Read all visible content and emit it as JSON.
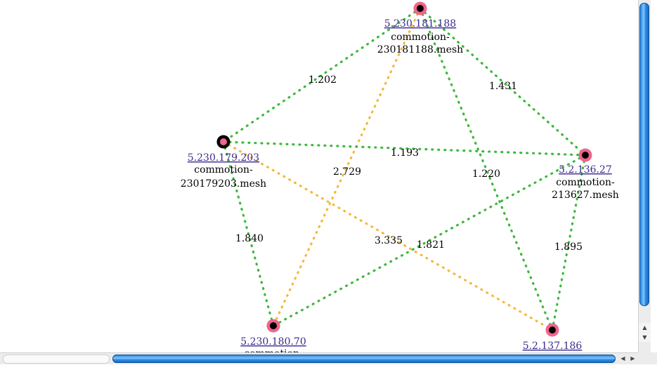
{
  "colors": {
    "near_edge": "#3cb83c",
    "far_edge": "#f5b83c",
    "node_ring": "#f0648c",
    "node_ring_self": "#000000",
    "node_center": "#000000",
    "self_center": "#f0648c"
  },
  "nodes": [
    {
      "id": "n181188",
      "ip": "5.230.181.188",
      "name_line1": "commotion-",
      "name_line2": "230181188.mesh",
      "self": false
    },
    {
      "id": "n179203",
      "ip": "5.230.179.203",
      "name_line1": "commotion-",
      "name_line2": "230179203.mesh",
      "self": true
    },
    {
      "id": "n213627",
      "ip": "5.2.136.27",
      "name_line1": "commotion-",
      "name_line2": "213627.mesh",
      "self": false
    },
    {
      "id": "n180070",
      "ip": "5.230.180.70",
      "name_line1": "commotion-",
      "name_line2": "",
      "self": false
    },
    {
      "id": "n137186",
      "ip": "5.2.137.186",
      "name_line1": "",
      "name_line2": "",
      "self": false
    }
  ],
  "edges": [
    {
      "from": "n181188",
      "to": "n179203",
      "label": "1.202",
      "kind": "near"
    },
    {
      "from": "n181188",
      "to": "n213627",
      "label": "1.431",
      "kind": "near"
    },
    {
      "from": "n181188",
      "to": "n137186",
      "label": "1.220",
      "kind": "near"
    },
    {
      "from": "n181188",
      "to": "n180070",
      "label": "2.729",
      "kind": "far"
    },
    {
      "from": "n179203",
      "to": "n213627",
      "label": "1.193",
      "kind": "near"
    },
    {
      "from": "n179203",
      "to": "n180070",
      "label": "1.840",
      "kind": "near"
    },
    {
      "from": "n179203",
      "to": "n137186",
      "label": "3.335",
      "kind": "far"
    },
    {
      "from": "n213627",
      "to": "n180070",
      "label": "1.821",
      "kind": "near"
    },
    {
      "from": "n213627",
      "to": "n137186",
      "label": "1.895",
      "kind": "near"
    }
  ],
  "scrollbars": {
    "up_arrow_icon": "triangle-up",
    "down_arrow_icon": "triangle-down",
    "left_arrow_icon": "triangle-left",
    "right_arrow_icon": "triangle-right"
  }
}
